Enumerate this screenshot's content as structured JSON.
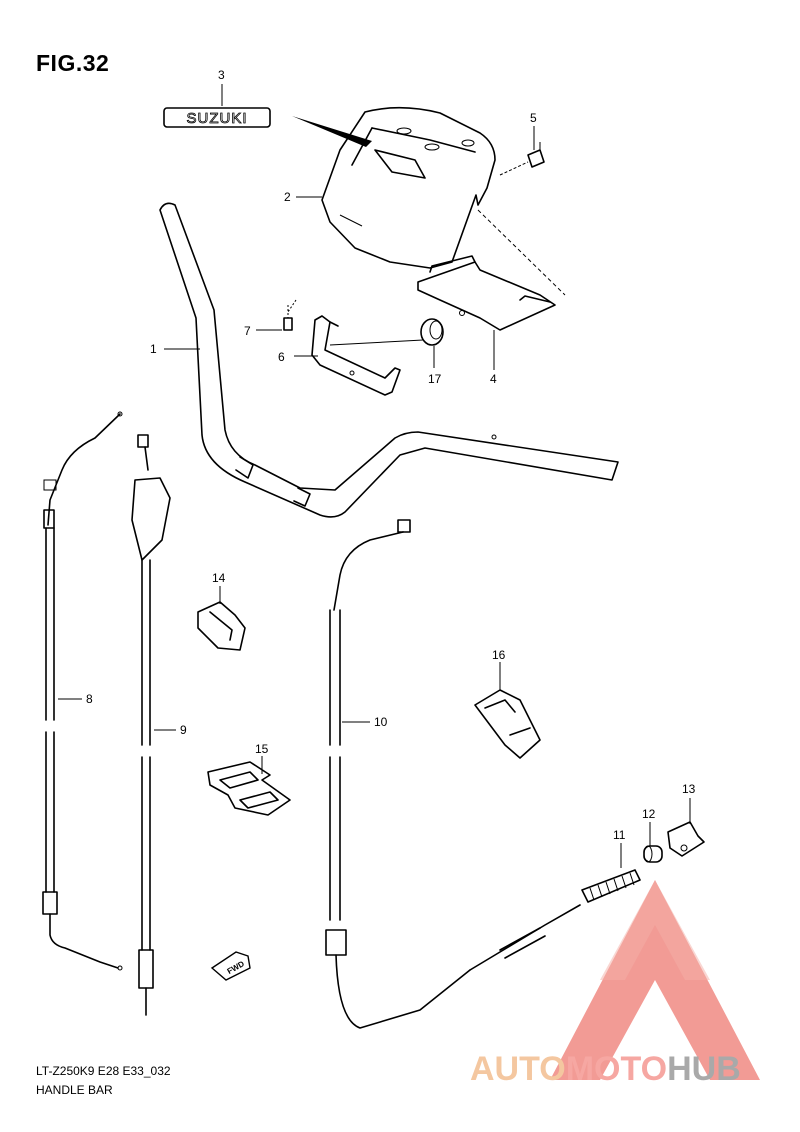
{
  "figure": {
    "title": "FIG.32"
  },
  "footer": {
    "model_code": "LT-Z250K9 E28 E33_032",
    "section_name": "HANDLE BAR"
  },
  "brand_label": "SUZUKI",
  "direction_label": "FWD",
  "callouts": [
    "1",
    "2",
    "3",
    "4",
    "5",
    "6",
    "7",
    "8",
    "9",
    "10",
    "11",
    "12",
    "13",
    "14",
    "15",
    "16",
    "17"
  ],
  "watermark": {
    "part1": "AUTO",
    "part2": "MOTO",
    "part3": "HUB",
    "color_red": "#f08a83",
    "color_orange": "#f3bf90",
    "color_gray": "#9b9b9b"
  }
}
